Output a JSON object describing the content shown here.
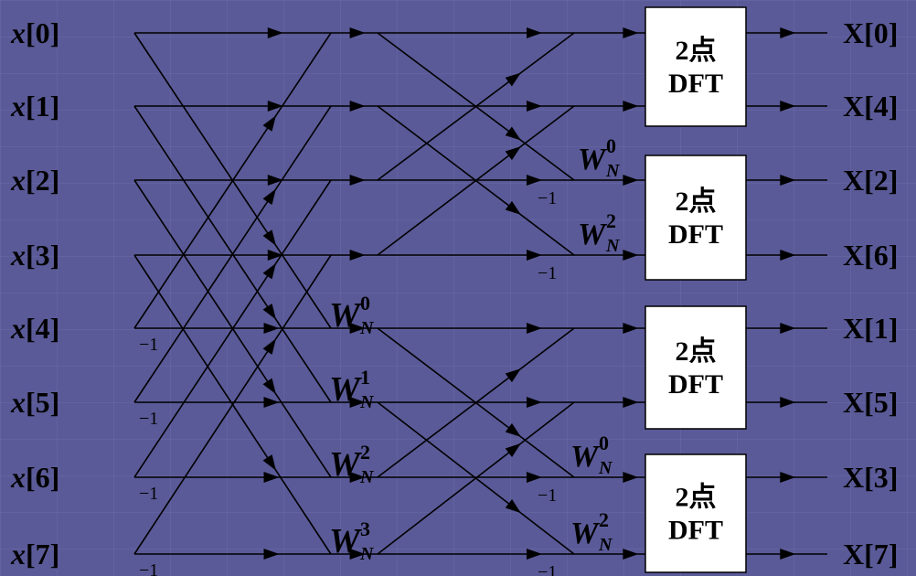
{
  "inputs": [
    "x[0]",
    "x[1]",
    "x[2]",
    "x[3]",
    "x[4]",
    "x[5]",
    "x[6]",
    "x[7]"
  ],
  "outputs": [
    "X[0]",
    "X[4]",
    "X[2]",
    "X[6]",
    "X[1]",
    "X[5]",
    "X[3]",
    "X[7]"
  ],
  "neg_one": "−1",
  "twiddle": {
    "base": "W",
    "sub": "N",
    "stage1_exponents": [
      "0",
      "1",
      "2",
      "3"
    ],
    "stage2_exponents": [
      "0",
      "2",
      "0",
      "2"
    ]
  },
  "dft_block": {
    "line1": "2点",
    "line2": "DFT"
  },
  "colors": {
    "background": "#5a5a98",
    "wire": "#000000",
    "box": "#ffffff"
  }
}
